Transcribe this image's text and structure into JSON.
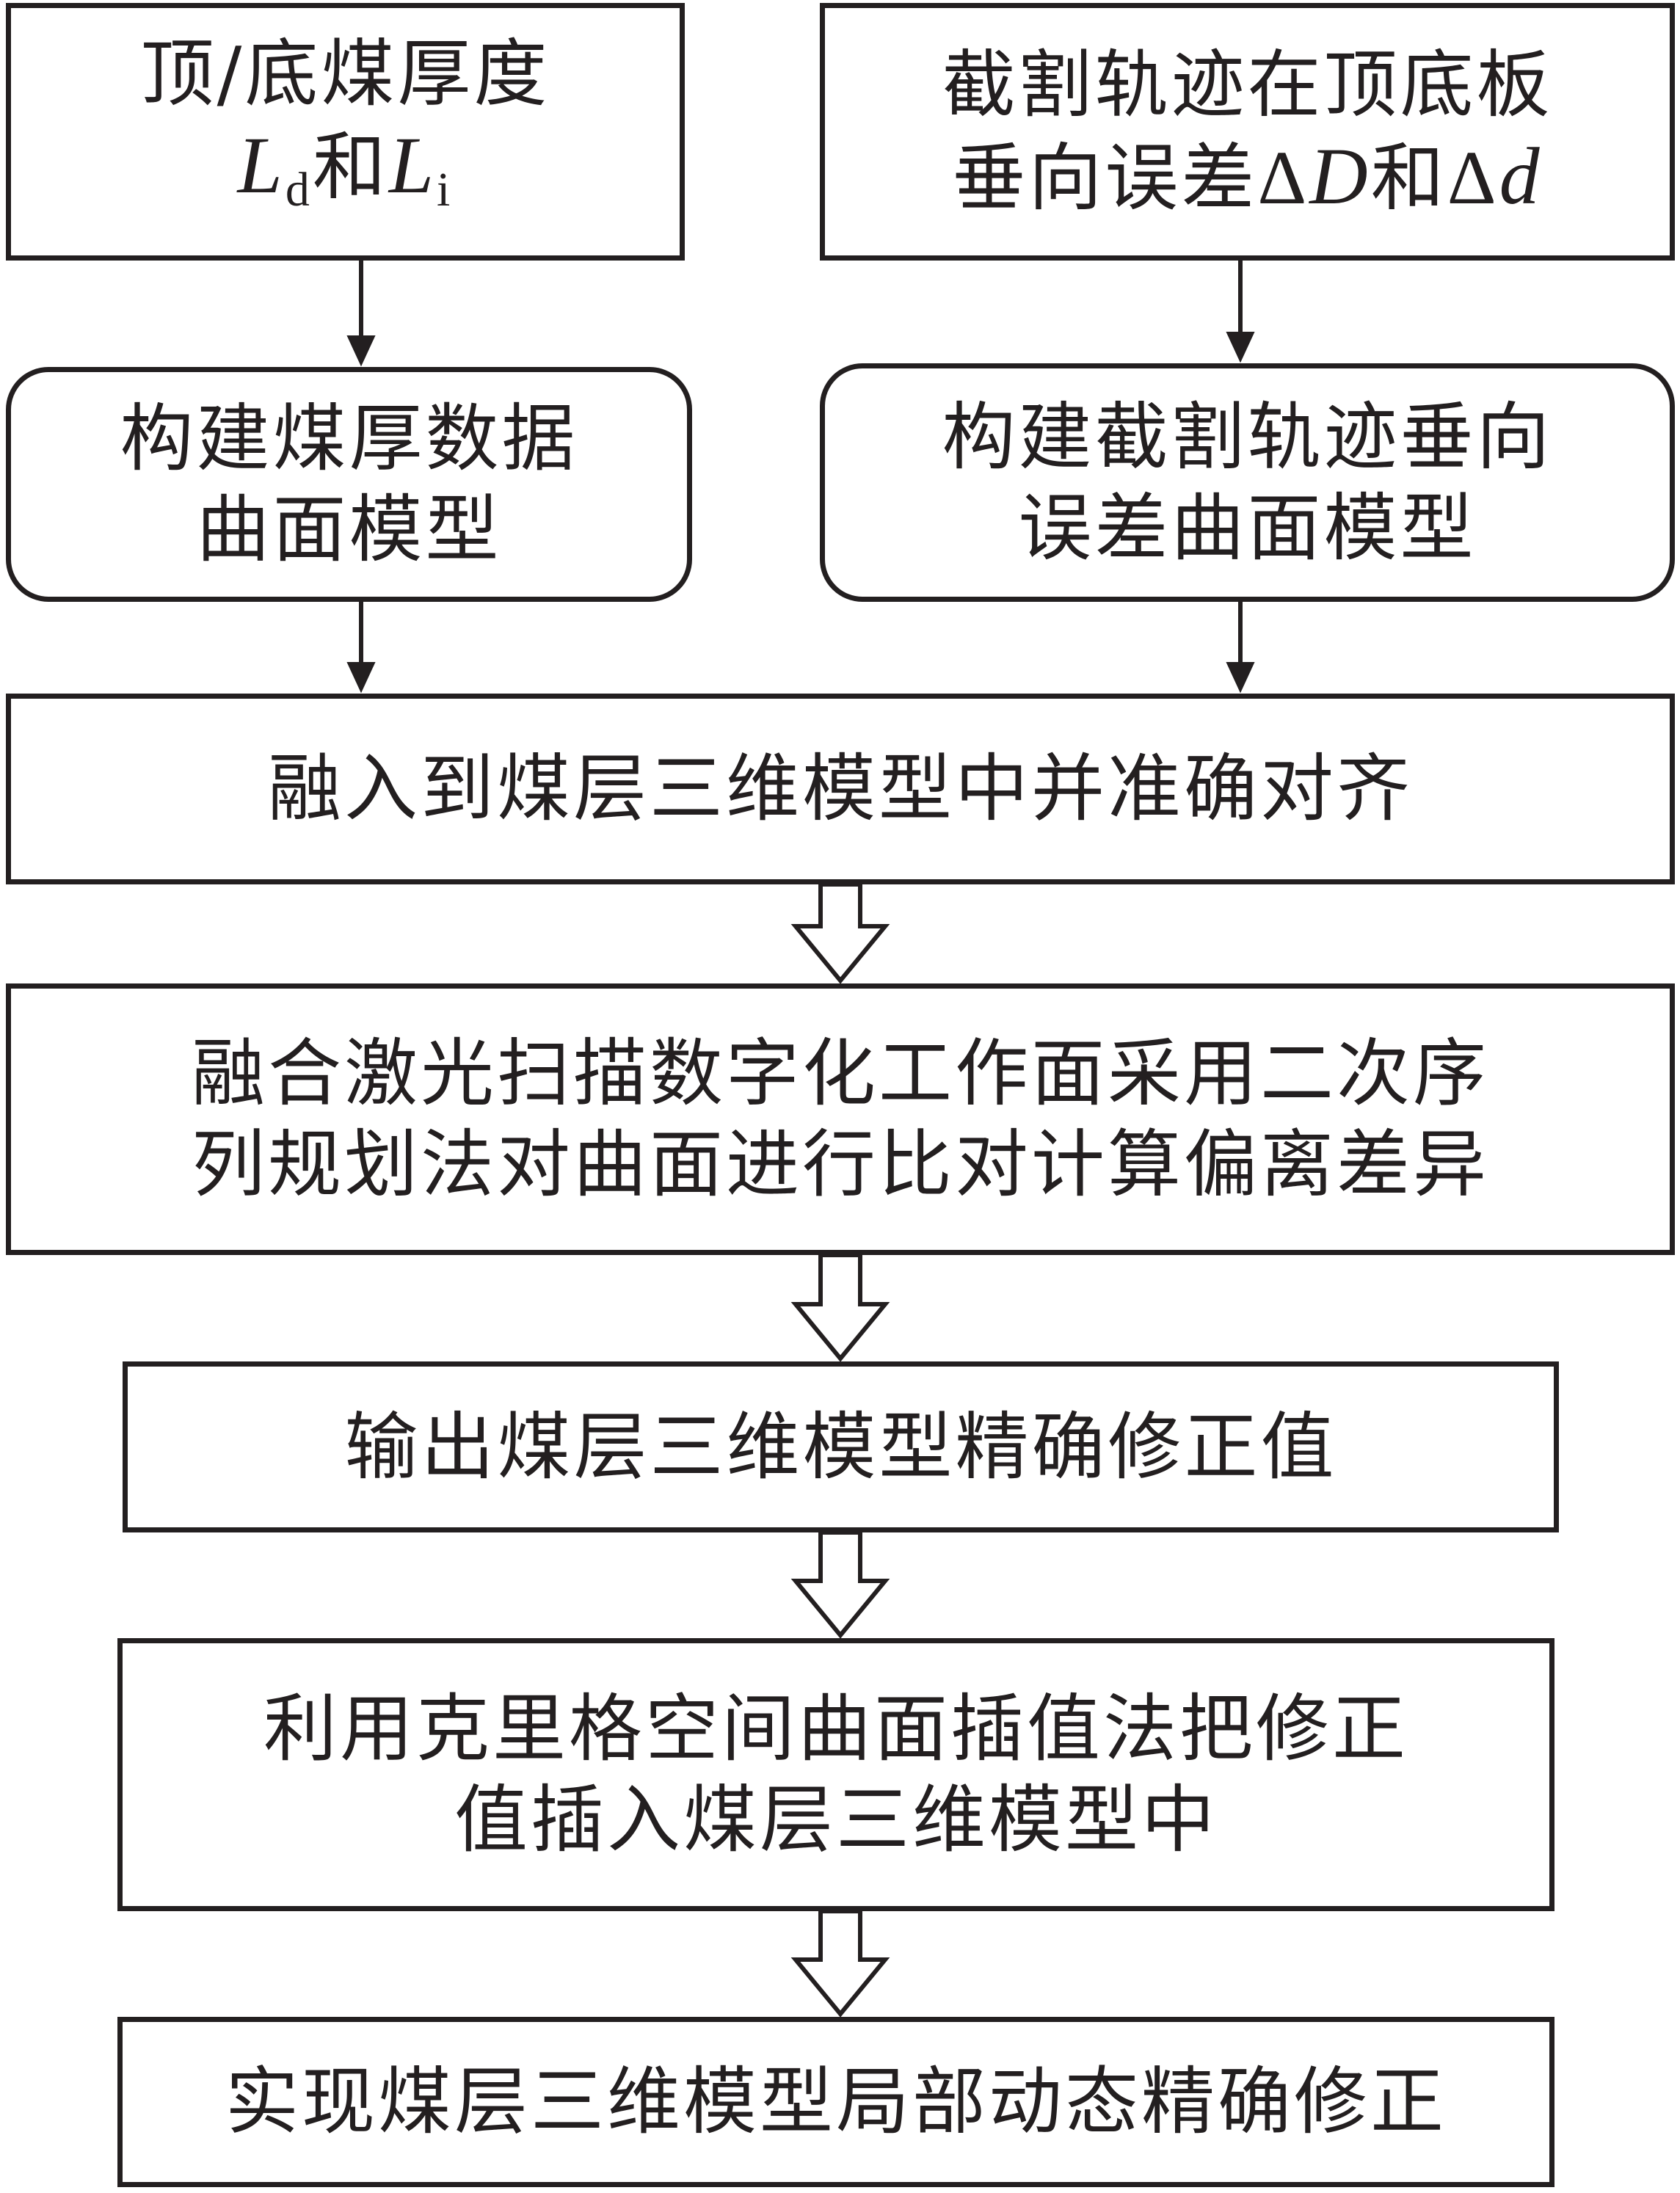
{
  "flowchart": {
    "input_left": {
      "line1": "顶/底煤厚度",
      "var1": "L",
      "sub1": "d",
      "conj": "和",
      "var2": "L",
      "sub2": "i"
    },
    "input_right": {
      "line1": "截割轨迹在顶底板",
      "line2_prefix": "垂向误差",
      "delta": "Δ",
      "var1": "D",
      "conj": "和",
      "var2": "d"
    },
    "model_left": {
      "line1": "构建煤厚数据",
      "line2": "曲面模型"
    },
    "model_right": {
      "line1": "构建截割轨迹垂向",
      "line2": "误差曲面模型"
    },
    "step_merge": {
      "line1": "融入到煤层三维模型中并准确对齐"
    },
    "step_compare": {
      "line1": "融合激光扫描数字化工作面采用二次序",
      "line2": "列规划法对曲面进行比对计算偏离差异"
    },
    "step_output": {
      "line1": "输出煤层三维模型精确修正值"
    },
    "step_interpolate": {
      "line1": "利用克里格空间曲面插值法把修正",
      "line2": "值插入煤层三维模型中"
    },
    "step_final": {
      "line1": "实现煤层三维模型局部动态精确修正"
    }
  }
}
